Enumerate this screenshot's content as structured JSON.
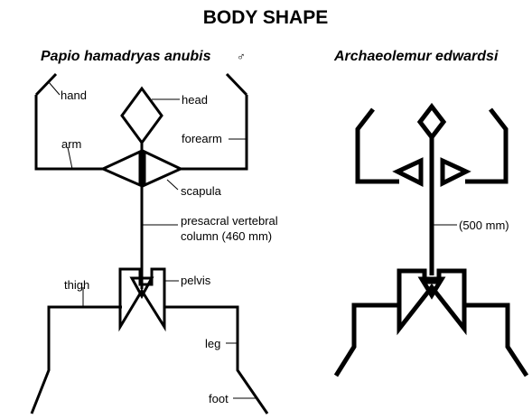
{
  "title": "BODY SHAPE",
  "left": {
    "species": "Papio hamadryas anubis",
    "sex_symbol": "♂",
    "labels": {
      "hand": "hand",
      "head": "head",
      "arm": "arm",
      "forearm": "forearm",
      "scapula": "scapula",
      "column_line1": "presacral vertebral",
      "column_line2": "column (460 mm)",
      "thigh": "thigh",
      "pelvis": "pelvis",
      "leg": "leg",
      "foot": "foot"
    }
  },
  "right": {
    "species": "Archaeolemur edwardsi",
    "labels": {
      "column": "(500 mm)"
    }
  }
}
